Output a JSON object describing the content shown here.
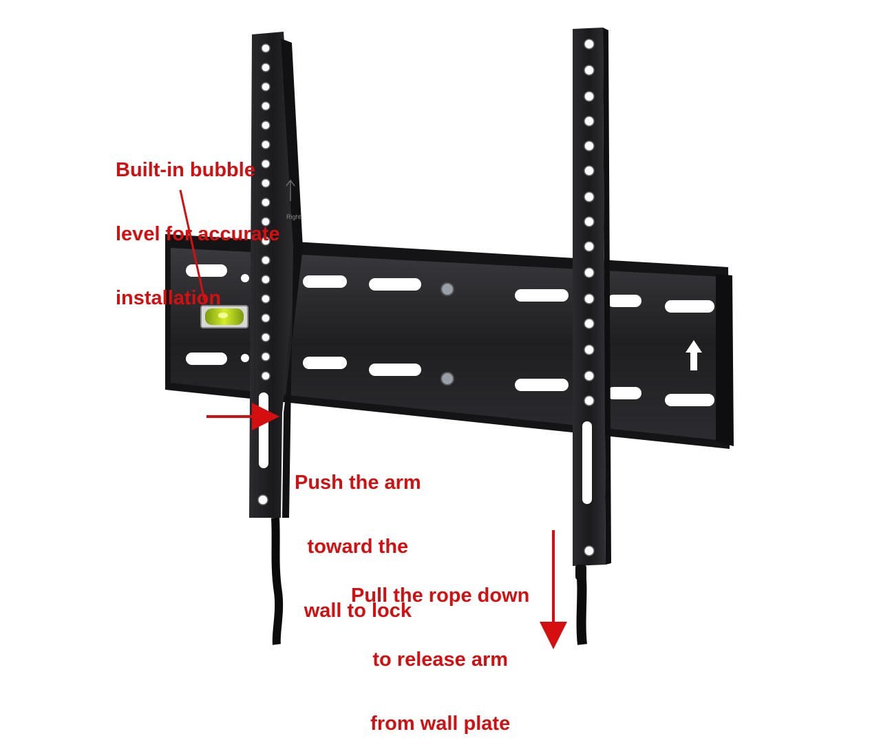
{
  "image": {
    "subject": "tv-wall-mount-bracket",
    "background_color": "#ffffff",
    "metal_color": "#1c1c1f",
    "annotation_color": "#d50f0f",
    "level_vial_color": "#c8e61e"
  },
  "bracket_marks": {
    "arm_direction_label": "Right"
  },
  "callouts": {
    "level": {
      "line1": "Built-in bubble",
      "line2": "level for accurate",
      "line3": "installation"
    },
    "push": {
      "line1": "Push the arm",
      "line2": "toward the",
      "line3": "wall to lock"
    },
    "rope": {
      "line1": "Pull the rope down",
      "line2": "to release arm",
      "line3": "from wall plate"
    }
  }
}
